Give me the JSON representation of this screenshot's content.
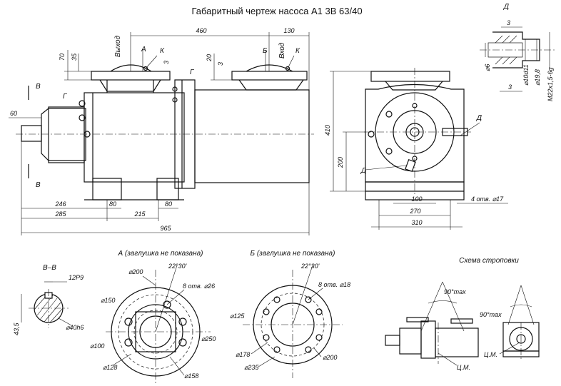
{
  "title": "Габаритный чертеж насоса А1 3В 63/40",
  "views": {
    "section_A": "А (заглушка не показана)",
    "section_B": "Б (заглушка не показана)",
    "section_BB": "В–В",
    "sling_scheme": "Схема строповки",
    "detail_D": "Д"
  },
  "labels": {
    "outlet": "Выход",
    "inlet": "Вход",
    "K": "К",
    "A": "А",
    "B_port": "Б",
    "V": "В",
    "G": "Г",
    "D": "Д",
    "cm": "Ц.М."
  },
  "dims_side": {
    "d460": "460",
    "d130": "130",
    "d70": "70",
    "d35": "35",
    "d3a": "3",
    "d20": "20",
    "d3b": "3",
    "d60": "60",
    "d246": "246",
    "d285": "285",
    "d80a": "80",
    "d215": "215",
    "d80b": "80",
    "d965": "965"
  },
  "dims_front": {
    "d410": "410",
    "d200": "200",
    "d100": "100",
    "d270": "270",
    "d310": "310",
    "holes": "4 отв. ⌀17"
  },
  "dims_detailD": {
    "d3a": "3",
    "d3b": "3",
    "d6": "⌀6",
    "d10": "⌀10d11",
    "d198": "⌀19,8",
    "thread": "M22x1,5-6g"
  },
  "dims_BB": {
    "d12": "12P9",
    "d43": "43,5",
    "d40": "⌀40h6"
  },
  "dims_A": {
    "ang": "22°30'",
    "d200": "⌀200",
    "d150": "⌀150",
    "holes": "8 отв. ⌀26",
    "d250": "⌀250",
    "d100": "⌀100",
    "d128": "⌀128",
    "d158": "⌀158"
  },
  "dims_B": {
    "ang": "22°30'",
    "holes": "8 отв. ⌀18",
    "d125": "⌀125",
    "d178": "⌀178",
    "d235": "⌀235",
    "d200": "⌀200"
  },
  "sling": {
    "ang1": "90°max",
    "ang2": "90°max"
  }
}
